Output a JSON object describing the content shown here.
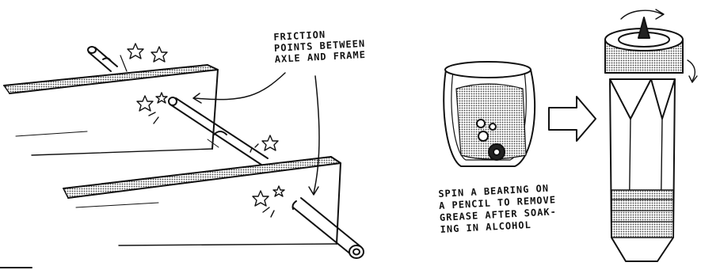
{
  "annotations": {
    "friction": [
      "FRICTION",
      "POINTS BETWEEN",
      "AXLE AND FRAME"
    ],
    "spin": [
      "SPIN A BEARING ON",
      "A PENCIL TO REMOVE",
      "GREASE AFTER SOAK-",
      "ING IN ALCOHOL"
    ]
  },
  "colors": {
    "ink": "#111111",
    "paper": "#ffffff",
    "stipple": "#9a9a9a"
  }
}
